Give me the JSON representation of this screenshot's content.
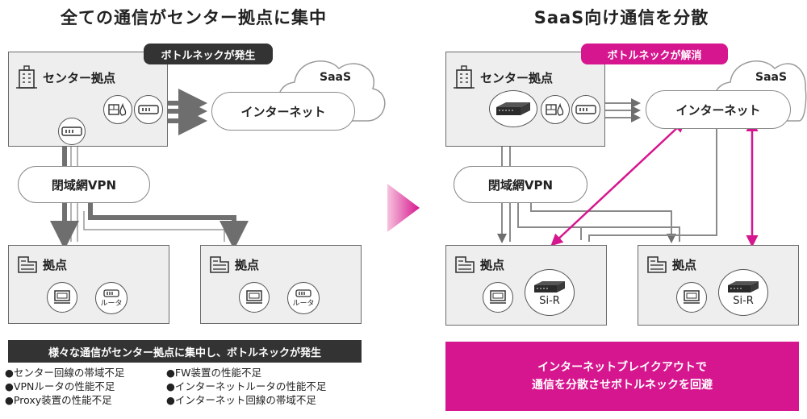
{
  "left": {
    "title": "全ての通信がセンター拠点に集中",
    "callout": "ボトルネックが発生",
    "center_label": "センター拠点",
    "saas_label": "SaaS",
    "internet_label": "インターネット",
    "vpn_label": "閉域網VPN",
    "branch1_label": "拠点",
    "branch2_label": "拠点",
    "router_label": "ルータ",
    "summary": "様々な通信がセンター拠点に集中し、ボトルネックが発生",
    "notes_col1": [
      "●センター回線の帯域不足",
      "●VPNルータの性能不足",
      "●Proxy装置の性能不足"
    ],
    "notes_col2": [
      "●FW装置の性能不足",
      "●インターネットルータの性能不足",
      "●インターネット回線の帯域不足"
    ]
  },
  "right": {
    "title": "SaaS向け通信を分散",
    "callout": "ボトルネックが解消",
    "center_label": "センター拠点",
    "saas_label": "SaaS",
    "internet_label": "インターネット",
    "vpn_label": "閉域網VPN",
    "branch1_label": "拠点",
    "branch2_label": "拠点",
    "device_label": "Si-R",
    "result_line1": "インターネットブレイクアウトで",
    "result_line2": "通信を分散させボトルネックを回避"
  },
  "colors": {
    "accent": "#d6168e",
    "callout_dark": "#333333",
    "arrow_gray": "#707070",
    "box_fill": "#eeeeee"
  },
  "icons": [
    "building-icon",
    "firewall-icon",
    "router-icon",
    "branch-building-icon",
    "pc-icon",
    "si-r-device-icon",
    "cloud-icon",
    "triangle-arrow-icon"
  ]
}
